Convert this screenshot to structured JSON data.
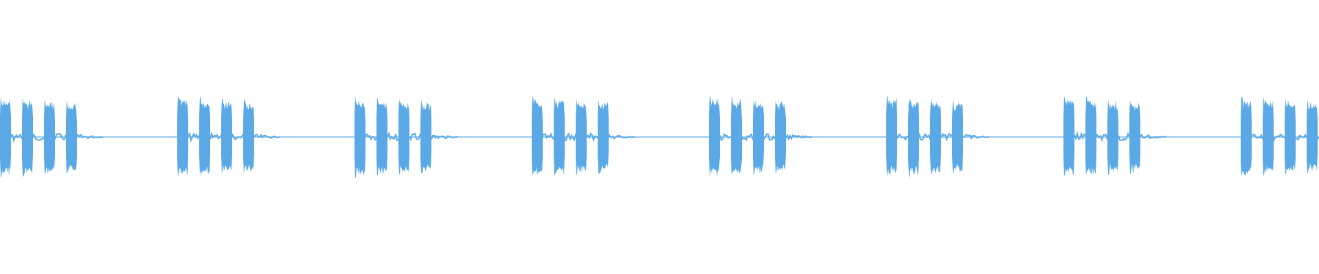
{
  "waveform": {
    "color": "#5aa9e6",
    "background": "#ffffff",
    "groups_visible": 8,
    "bursts_per_group": 4,
    "bursts": [
      {
        "g": 0,
        "b": 0,
        "amp": 0.92
      },
      {
        "g": 0,
        "b": 1,
        "amp": 0.9
      },
      {
        "g": 0,
        "b": 2,
        "amp": 0.86
      },
      {
        "g": 0,
        "b": 3,
        "amp": 0.84
      },
      {
        "g": 1,
        "b": 0,
        "amp": 0.92
      },
      {
        "g": 1,
        "b": 1,
        "amp": 0.9
      },
      {
        "g": 1,
        "b": 2,
        "amp": 0.86
      },
      {
        "g": 1,
        "b": 3,
        "amp": 0.84
      },
      {
        "g": 2,
        "b": 0,
        "amp": 0.92
      },
      {
        "g": 2,
        "b": 1,
        "amp": 0.9
      },
      {
        "g": 2,
        "b": 2,
        "amp": 0.86
      },
      {
        "g": 2,
        "b": 3,
        "amp": 0.84
      },
      {
        "g": 3,
        "b": 0,
        "amp": 0.92
      },
      {
        "g": 3,
        "b": 1,
        "amp": 0.9
      },
      {
        "g": 3,
        "b": 2,
        "amp": 0.86
      },
      {
        "g": 3,
        "b": 3,
        "amp": 0.84
      },
      {
        "g": 4,
        "b": 0,
        "amp": 0.92
      },
      {
        "g": 4,
        "b": 1,
        "amp": 0.9
      },
      {
        "g": 4,
        "b": 2,
        "amp": 0.86
      },
      {
        "g": 4,
        "b": 3,
        "amp": 0.84
      },
      {
        "g": 5,
        "b": 0,
        "amp": 0.92
      },
      {
        "g": 5,
        "b": 1,
        "amp": 0.9
      },
      {
        "g": 5,
        "b": 2,
        "amp": 0.86
      },
      {
        "g": 5,
        "b": 3,
        "amp": 0.84
      },
      {
        "g": 6,
        "b": 0,
        "amp": 0.92
      },
      {
        "g": 6,
        "b": 1,
        "amp": 0.9
      },
      {
        "g": 6,
        "b": 2,
        "amp": 0.86
      },
      {
        "g": 6,
        "b": 3,
        "amp": 0.84
      },
      {
        "g": 7,
        "b": 0,
        "amp": 0.92
      },
      {
        "g": 7,
        "b": 1,
        "amp": 0.9
      },
      {
        "g": 7,
        "b": 2,
        "amp": 0.86
      },
      {
        "g": 7,
        "b": 3,
        "amp": 0.84
      }
    ]
  }
}
